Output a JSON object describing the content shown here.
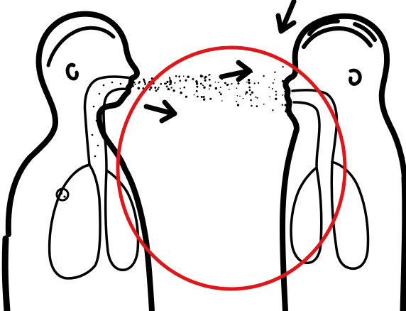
{
  "figure": {
    "subject": "airborne-transmission",
    "figures": [
      "speaker",
      "listener"
    ],
    "droplet_arrows": 2,
    "pointer_arrows": 1
  },
  "colors": {
    "line": "#000000",
    "background": "#ffffff",
    "highlight_circle": "#e0161b"
  },
  "icons": {
    "droplet_arrow": "right-arrow-icon",
    "pointer_arrow": "down-left-arrow-icon",
    "lesion": "lung-lesion-icon"
  }
}
